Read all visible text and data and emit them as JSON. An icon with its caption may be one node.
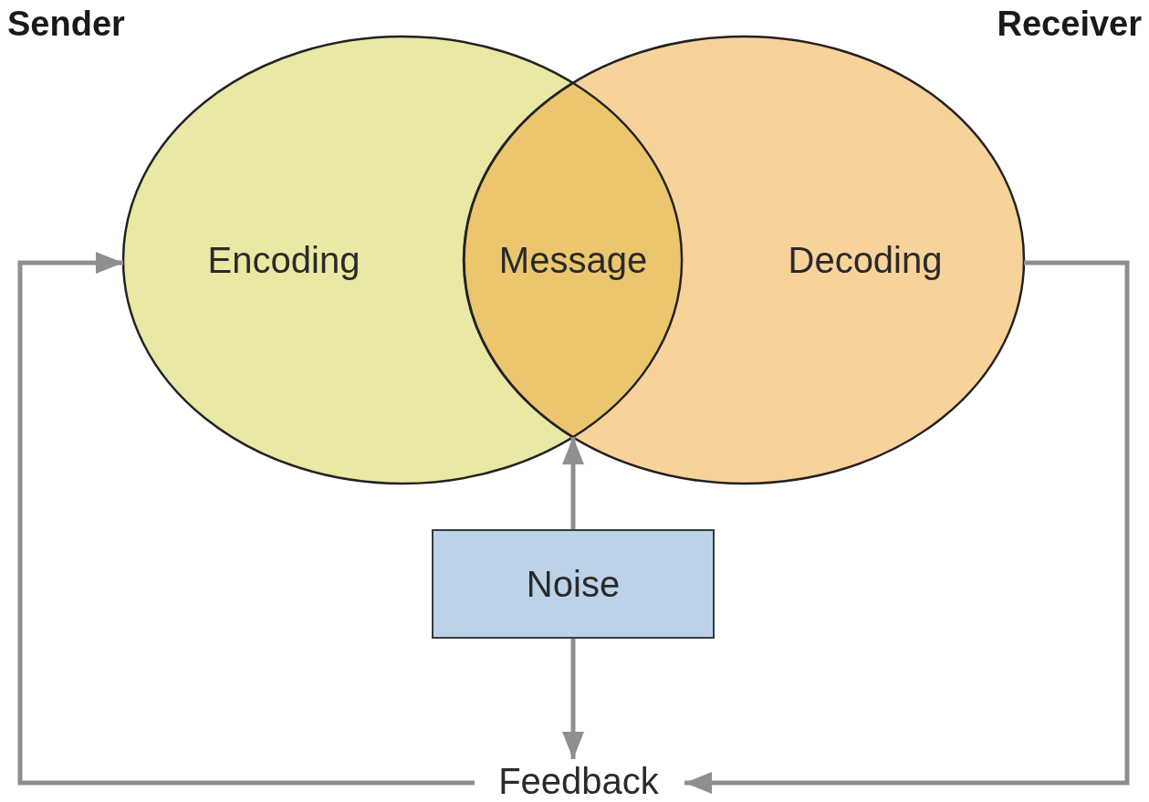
{
  "diagram": {
    "nodes": [
      {
        "text": [
          "Sender",
          "Encoding"
        ]
      },
      {
        "text": [
          "Receiver",
          "Decoding"
        ]
      },
      {
        "text": [
          "Message"
        ]
      },
      {
        "text": [
          "Noise"
        ]
      },
      {
        "text": [
          "Feedback"
        ]
      }
    ],
    "edges": [
      {
        "from": 3,
        "to": 2,
        "arrow": "to"
      },
      {
        "from": 3,
        "to": 4,
        "arrow": "to"
      },
      {
        "from": 1,
        "to": 4,
        "arrow": "to"
      },
      {
        "from": 4,
        "to": 0,
        "arrow": "to"
      }
    ]
  }
}
